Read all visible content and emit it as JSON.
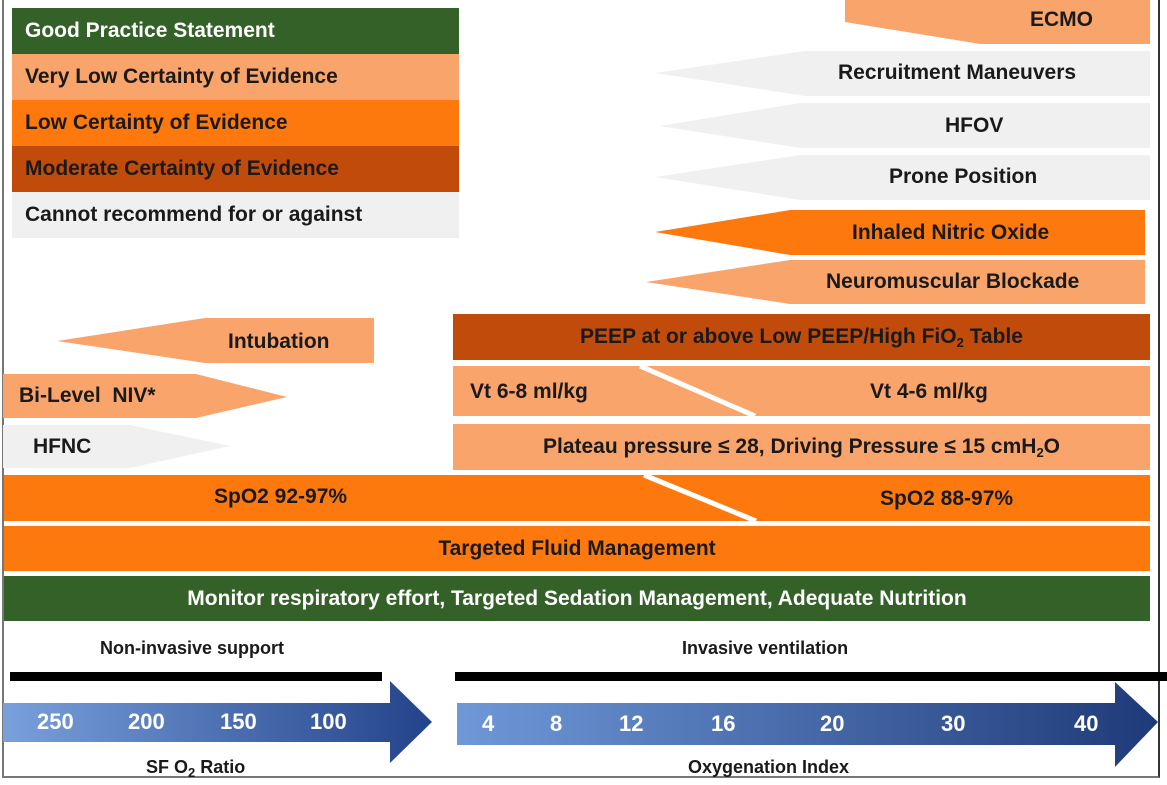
{
  "colors": {
    "good_practice": "#346128",
    "very_low": "#f9a46b",
    "low": "#fd790e",
    "moderate": "#c04b0a",
    "cannot_recommend": "#f0f0f0",
    "scale_light": "#6f98d8",
    "scale_dark": "#1f3b7a"
  },
  "legend": {
    "items": [
      {
        "label": "Good Practice Statement",
        "level": "good_practice"
      },
      {
        "label": "Very Low Certainty of Evidence",
        "level": "very_low"
      },
      {
        "label": "Low Certainty of Evidence",
        "level": "low"
      },
      {
        "label": "Moderate Certainty of Evidence",
        "level": "moderate"
      },
      {
        "label": "Cannot recommend for or against",
        "level": "cannot_recommend"
      }
    ]
  },
  "rescue_therapies": [
    {
      "label": "ECMO",
      "level": "very_low"
    },
    {
      "label": "Recruitment Maneuvers",
      "level": "cannot_recommend"
    },
    {
      "label": "HFOV",
      "level": "cannot_recommend"
    },
    {
      "label": "Prone Position",
      "level": "cannot_recommend"
    },
    {
      "label": "Inhaled Nitric Oxide",
      "level": "low"
    },
    {
      "label": "Neuromuscular Blockade",
      "level": "very_low"
    }
  ],
  "noninvasive": {
    "intubation": {
      "label": "Intubation",
      "level": "very_low"
    },
    "bilevel_niv": {
      "label": "Bi-Level  NIV*",
      "level": "very_low"
    },
    "hfnc": {
      "label": "HFNC",
      "level": "cannot_recommend"
    }
  },
  "ventilation": {
    "peep": {
      "label_pre": "PEEP at or above Low PEEP/High FiO",
      "label_sub": "2",
      "label_post": " Table",
      "level": "moderate"
    },
    "vt_left": {
      "label": "Vt 6-8 ml/kg",
      "level": "very_low"
    },
    "vt_right": {
      "label": "Vt 4-6 ml/kg",
      "level": "very_low"
    },
    "pressure": {
      "label_pre": "Plateau pressure ≤ 28, Driving Pressure ≤ 15 cmH",
      "label_sub": "2",
      "label_post": "O",
      "level": "very_low"
    }
  },
  "general": {
    "spo2_left": {
      "label": "SpO2 92-97%",
      "level": "low"
    },
    "spo2_right": {
      "label": "SpO2 88-97%",
      "level": "low"
    },
    "fluid": {
      "label": "Targeted Fluid Management",
      "level": "low"
    },
    "monitor": {
      "label": "Monitor respiratory effort, Targeted Sedation Management, Adequate Nutrition",
      "level": "good_practice"
    }
  },
  "scales": {
    "noninvasive": {
      "title": "Non-invasive support",
      "axis_label_pre": "SF O",
      "axis_label_sub": "2",
      "axis_label_post": " Ratio",
      "ticks": [
        "250",
        "200",
        "150",
        "100"
      ]
    },
    "invasive": {
      "title": "Invasive ventilation",
      "axis_label": "Oxygenation Index",
      "ticks": [
        "4",
        "8",
        "12",
        "16",
        "20",
        "30",
        "40"
      ]
    }
  }
}
